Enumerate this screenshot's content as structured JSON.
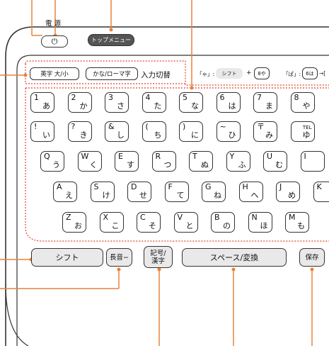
{
  "power": {
    "label": "電 源",
    "symbol": "⏻"
  },
  "top_menu": {
    "label": "トップメニュー"
  },
  "input_switch": {
    "eng_key": "英字 大/小",
    "kana_key": "かな/ローマ字",
    "label": "入力切替"
  },
  "hints": {
    "ya_prefix": "「ゃ」:",
    "shift_pill": "シフト",
    "plus": "+",
    "ya_key_num": "8",
    "ya_key_kana": "や",
    "pa_prefix": "「ぱ」:",
    "pa_key_num": "6",
    "pa_key_kana": "は",
    "arrow": "→["
  },
  "keys": {
    "row1": [
      {
        "top": "1",
        "bottom": "あ"
      },
      {
        "top": "2",
        "bottom": "か"
      },
      {
        "top": "3",
        "bottom": "さ"
      },
      {
        "top": "4",
        "bottom": "た"
      },
      {
        "top": "5",
        "bottom": "な"
      },
      {
        "top": "6",
        "bottom": "は"
      },
      {
        "top": "7",
        "bottom": "ま"
      },
      {
        "top": "8",
        "bottom": "や"
      }
    ],
    "row2": [
      {
        "top": "!",
        "bottom": "い"
      },
      {
        "top": "?",
        "bottom": "き"
      },
      {
        "top": "&",
        "bottom": "し"
      },
      {
        "top": "(",
        "bottom": "ち"
      },
      {
        "top": ")",
        "bottom": "に"
      },
      {
        "top": "~",
        "bottom": "ひ"
      },
      {
        "top": "〒",
        "bottom": "み"
      },
      {
        "top": "",
        "bottom": "ゆ",
        "extra": "TEL"
      }
    ],
    "row3": [
      {
        "top": "Q",
        "bottom": "う"
      },
      {
        "top": "W",
        "bottom": "く"
      },
      {
        "top": "E",
        "bottom": "す"
      },
      {
        "top": "R",
        "bottom": "つ"
      },
      {
        "top": "T",
        "bottom": "ぬ"
      },
      {
        "top": "Y",
        "bottom": "ふ"
      },
      {
        "top": "U",
        "bottom": "む"
      },
      {
        "top": "I",
        "bottom": ""
      }
    ],
    "row4": [
      {
        "top": "A",
        "bottom": "え"
      },
      {
        "top": "S",
        "bottom": "け"
      },
      {
        "top": "D",
        "bottom": "せ"
      },
      {
        "top": "F",
        "bottom": "て"
      },
      {
        "top": "G",
        "bottom": "ね"
      },
      {
        "top": "H",
        "bottom": "へ"
      },
      {
        "top": "J",
        "bottom": "め"
      },
      {
        "top": "K",
        "bottom": ""
      }
    ],
    "row5": [
      {
        "top": "Z",
        "bottom": "お"
      },
      {
        "top": "X",
        "bottom": "こ"
      },
      {
        "top": "C",
        "bottom": "そ"
      },
      {
        "top": "V",
        "bottom": "と"
      },
      {
        "top": "B",
        "bottom": "の"
      },
      {
        "top": "N",
        "bottom": "ほ"
      },
      {
        "top": "M",
        "bottom": "も"
      }
    ]
  },
  "bottom_row": {
    "shift": "シフト",
    "long_vowel": "長音−",
    "symbol_kanji": "記号/\n漢字",
    "space": "スペース/変換",
    "save": "保存"
  },
  "colors": {
    "callout": "#e8823a",
    "dotted": "#e0442c",
    "outline": "#333333",
    "gray_key": "#e9e9e9",
    "dark_pill": "#555555"
  }
}
